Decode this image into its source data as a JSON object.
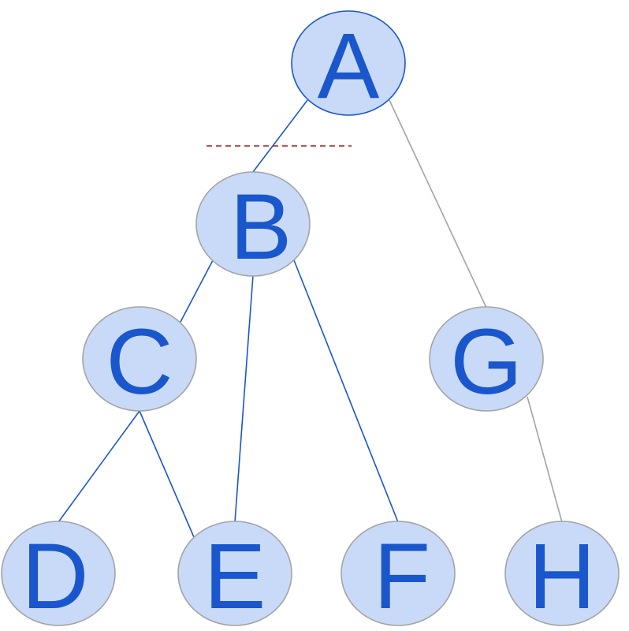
{
  "nodes": [
    {
      "id": "A",
      "label": "A",
      "highlighted": true
    },
    {
      "id": "B",
      "label": "B",
      "highlighted": false
    },
    {
      "id": "C",
      "label": "C",
      "highlighted": false
    },
    {
      "id": "G",
      "label": "G",
      "highlighted": false
    },
    {
      "id": "D",
      "label": "D",
      "highlighted": false
    },
    {
      "id": "E",
      "label": "E",
      "highlighted": false
    },
    {
      "id": "F",
      "label": "F",
      "highlighted": false
    },
    {
      "id": "H",
      "label": "H",
      "highlighted": false
    }
  ],
  "edges": [
    {
      "from": "A",
      "to": "B",
      "style": "blue"
    },
    {
      "from": "A",
      "to": "G",
      "style": "gray"
    },
    {
      "from": "B",
      "to": "C",
      "style": "blue"
    },
    {
      "from": "B",
      "to": "E",
      "style": "blue"
    },
    {
      "from": "B",
      "to": "F",
      "style": "blue"
    },
    {
      "from": "C",
      "to": "D",
      "style": "blue"
    },
    {
      "from": "C",
      "to": "E",
      "style": "blue"
    },
    {
      "from": "G",
      "to": "H",
      "style": "gray"
    }
  ],
  "colors": {
    "node_fill": "#c9daf8",
    "node_border": "#a3a3a3",
    "node_border_highlight": "#1a56cc",
    "label": "#1a56cc",
    "edge_blue": "#1a56cc",
    "edge_gray": "#a3a3a3",
    "dashed_marker": "#a61c1c"
  }
}
